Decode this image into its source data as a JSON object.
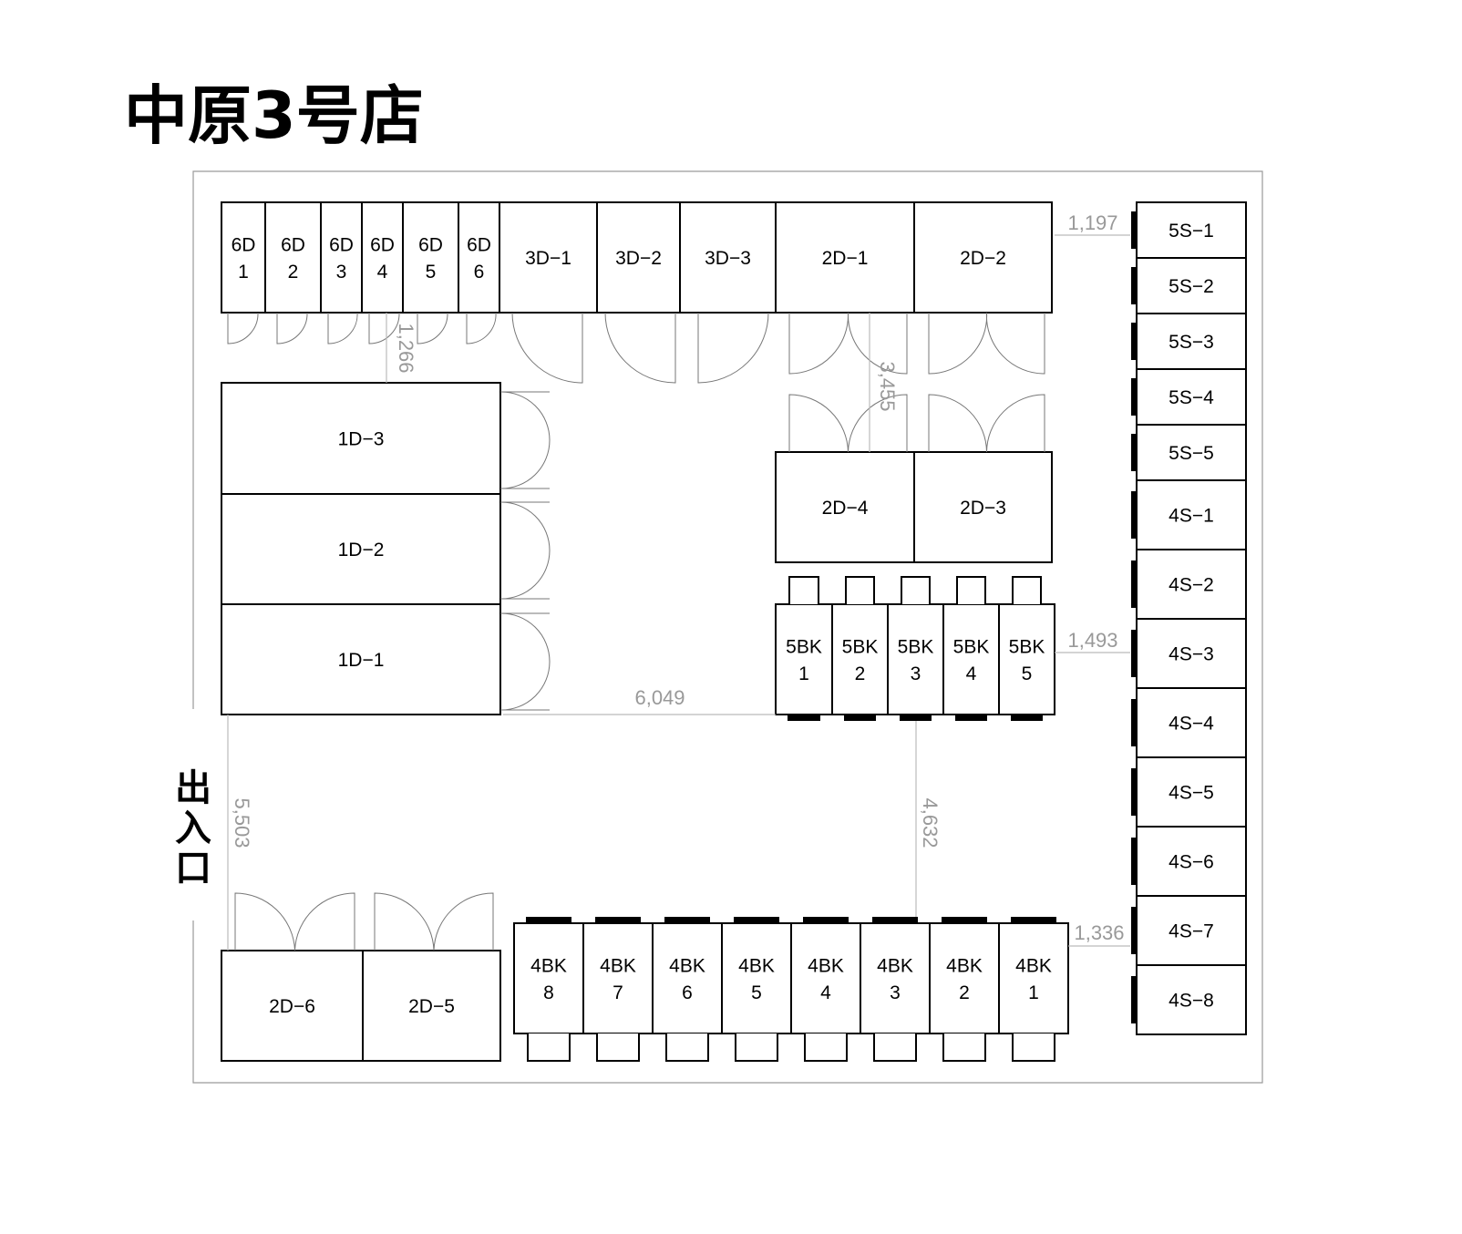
{
  "title": "中原3号店",
  "entrance": "出入口",
  "units": {
    "d6": [
      [
        "6D",
        "1"
      ],
      [
        "6D",
        "2"
      ],
      [
        "6D",
        "3"
      ],
      [
        "6D",
        "4"
      ],
      [
        "6D",
        "5"
      ],
      [
        "6D",
        "6"
      ]
    ],
    "d3": [
      "3D−1",
      "3D−2",
      "3D−3"
    ],
    "d2top": [
      "2D−1",
      "2D−2"
    ],
    "d1": [
      "1D−3",
      "1D−2",
      "1D−1"
    ],
    "d2mid": [
      "2D−4",
      "2D−3"
    ],
    "bk5": [
      [
        "5BK",
        "1"
      ],
      [
        "5BK",
        "2"
      ],
      [
        "5BK",
        "3"
      ],
      [
        "5BK",
        "4"
      ],
      [
        "5BK",
        "5"
      ]
    ],
    "d2bot": [
      "2D−6",
      "2D−5"
    ],
    "bk4": [
      [
        "4BK",
        "8"
      ],
      [
        "4BK",
        "7"
      ],
      [
        "4BK",
        "6"
      ],
      [
        "4BK",
        "5"
      ],
      [
        "4BK",
        "4"
      ],
      [
        "4BK",
        "3"
      ],
      [
        "4BK",
        "2"
      ],
      [
        "4BK",
        "1"
      ]
    ],
    "s5": [
      "5S−1",
      "5S−2",
      "5S−3",
      "5S−4",
      "5S−5"
    ],
    "s4": [
      "4S−1",
      "4S−2",
      "4S−3",
      "4S−4",
      "4S−5",
      "4S−6",
      "4S−7",
      "4S−8"
    ]
  },
  "dimensions": {
    "d1197": "1,197",
    "d1266": "1,266",
    "d3455": "3,455",
    "d1493": "1,493",
    "d6049": "6,049",
    "d5503": "5,503",
    "d4632": "4,632",
    "d1336": "1,336"
  }
}
